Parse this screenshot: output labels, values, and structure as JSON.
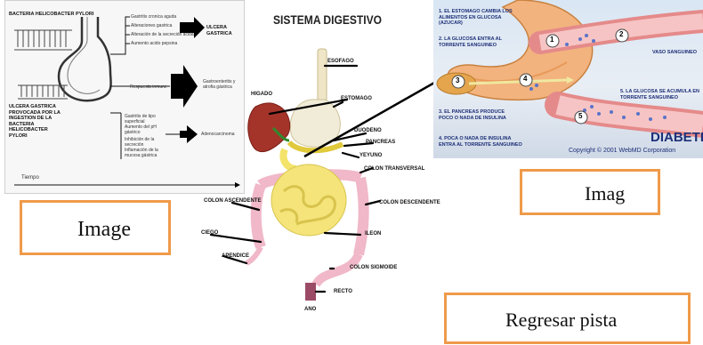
{
  "left_image": {
    "title": "BACTERIA HELICOBACTER PYLORI",
    "top_labels": [
      "Gastritis cronica aguda",
      "Alteraciones gastrica",
      "Alteración de la secreción acida",
      "Aumento acido pepsina"
    ],
    "result_label": "ULCERA GASTRICA",
    "side_caption": "ULCERA GASTRICA PROVOCADA POR LA INGESTION DE LA BACTERIA HELICOBACTER PYLORI",
    "middle_label": "Respuesta inmune",
    "middle_result": "Gastroenteritis y atrofia gástrica",
    "bottom_labels": [
      "Gastritis de tipo superficial",
      "Aumento del pH gástrico",
      "Inhibición de la secreción",
      "Inflamación de la mucosa gástrica"
    ],
    "bottom_result": "Adenocarcinoma",
    "axis_label": "Tiempo"
  },
  "diagram": {
    "title": "SISTEMA DIGESTIVO",
    "labels": {
      "esofago": "ESOFAGO",
      "higado": "HIGADO",
      "estomago": "ESTOMAGO",
      "duodeno": "DUODENO",
      "pancreas": "PANCREAS",
      "yeyuno": "YEYUNO",
      "colon_transversal": "COLON TRANSVERSAL",
      "colon_ascendente": "COLON ASCENDENTE",
      "colon_descendente": "COLON DESCENDENTE",
      "ciego": "CIEGO",
      "ileon": "ILEON",
      "apendice": "APENDICE",
      "colon_sigmoide": "COLON SIGMOIDE",
      "recto": "RECTO",
      "ano": "ANO"
    }
  },
  "right_image": {
    "step1": "1. EL ESTOMAGO CAMBIA LOS ALIMENTOS EN GLUCOSA (AZUCAR)",
    "step2": "2. LA GLUCOSA ENTRA AL TORRENTE SANGUINEO",
    "step3": "3. EL PANCREAS PRODUCE POCO O NADA DE INSULINA",
    "step4": "4. POCA O NADA DE INSULINA ENTRA AL TORRENTE SANGUINEO",
    "step5": "5. LA GLUCOSA SE ACUMULA EN TORRENTE SANGUINEO",
    "vessel": "VASO SANGUINEO",
    "title": "DIABETES",
    "copyright": "Copyright © 2001 WebMD Corporation",
    "markers": [
      "1",
      "2",
      "3",
      "4",
      "5"
    ]
  },
  "buttons": {
    "image": "Image",
    "imag": "Imag",
    "regresar": "Regresar pista"
  },
  "colors": {
    "button_border": "#ef9a4a",
    "arrow": "#000000"
  }
}
